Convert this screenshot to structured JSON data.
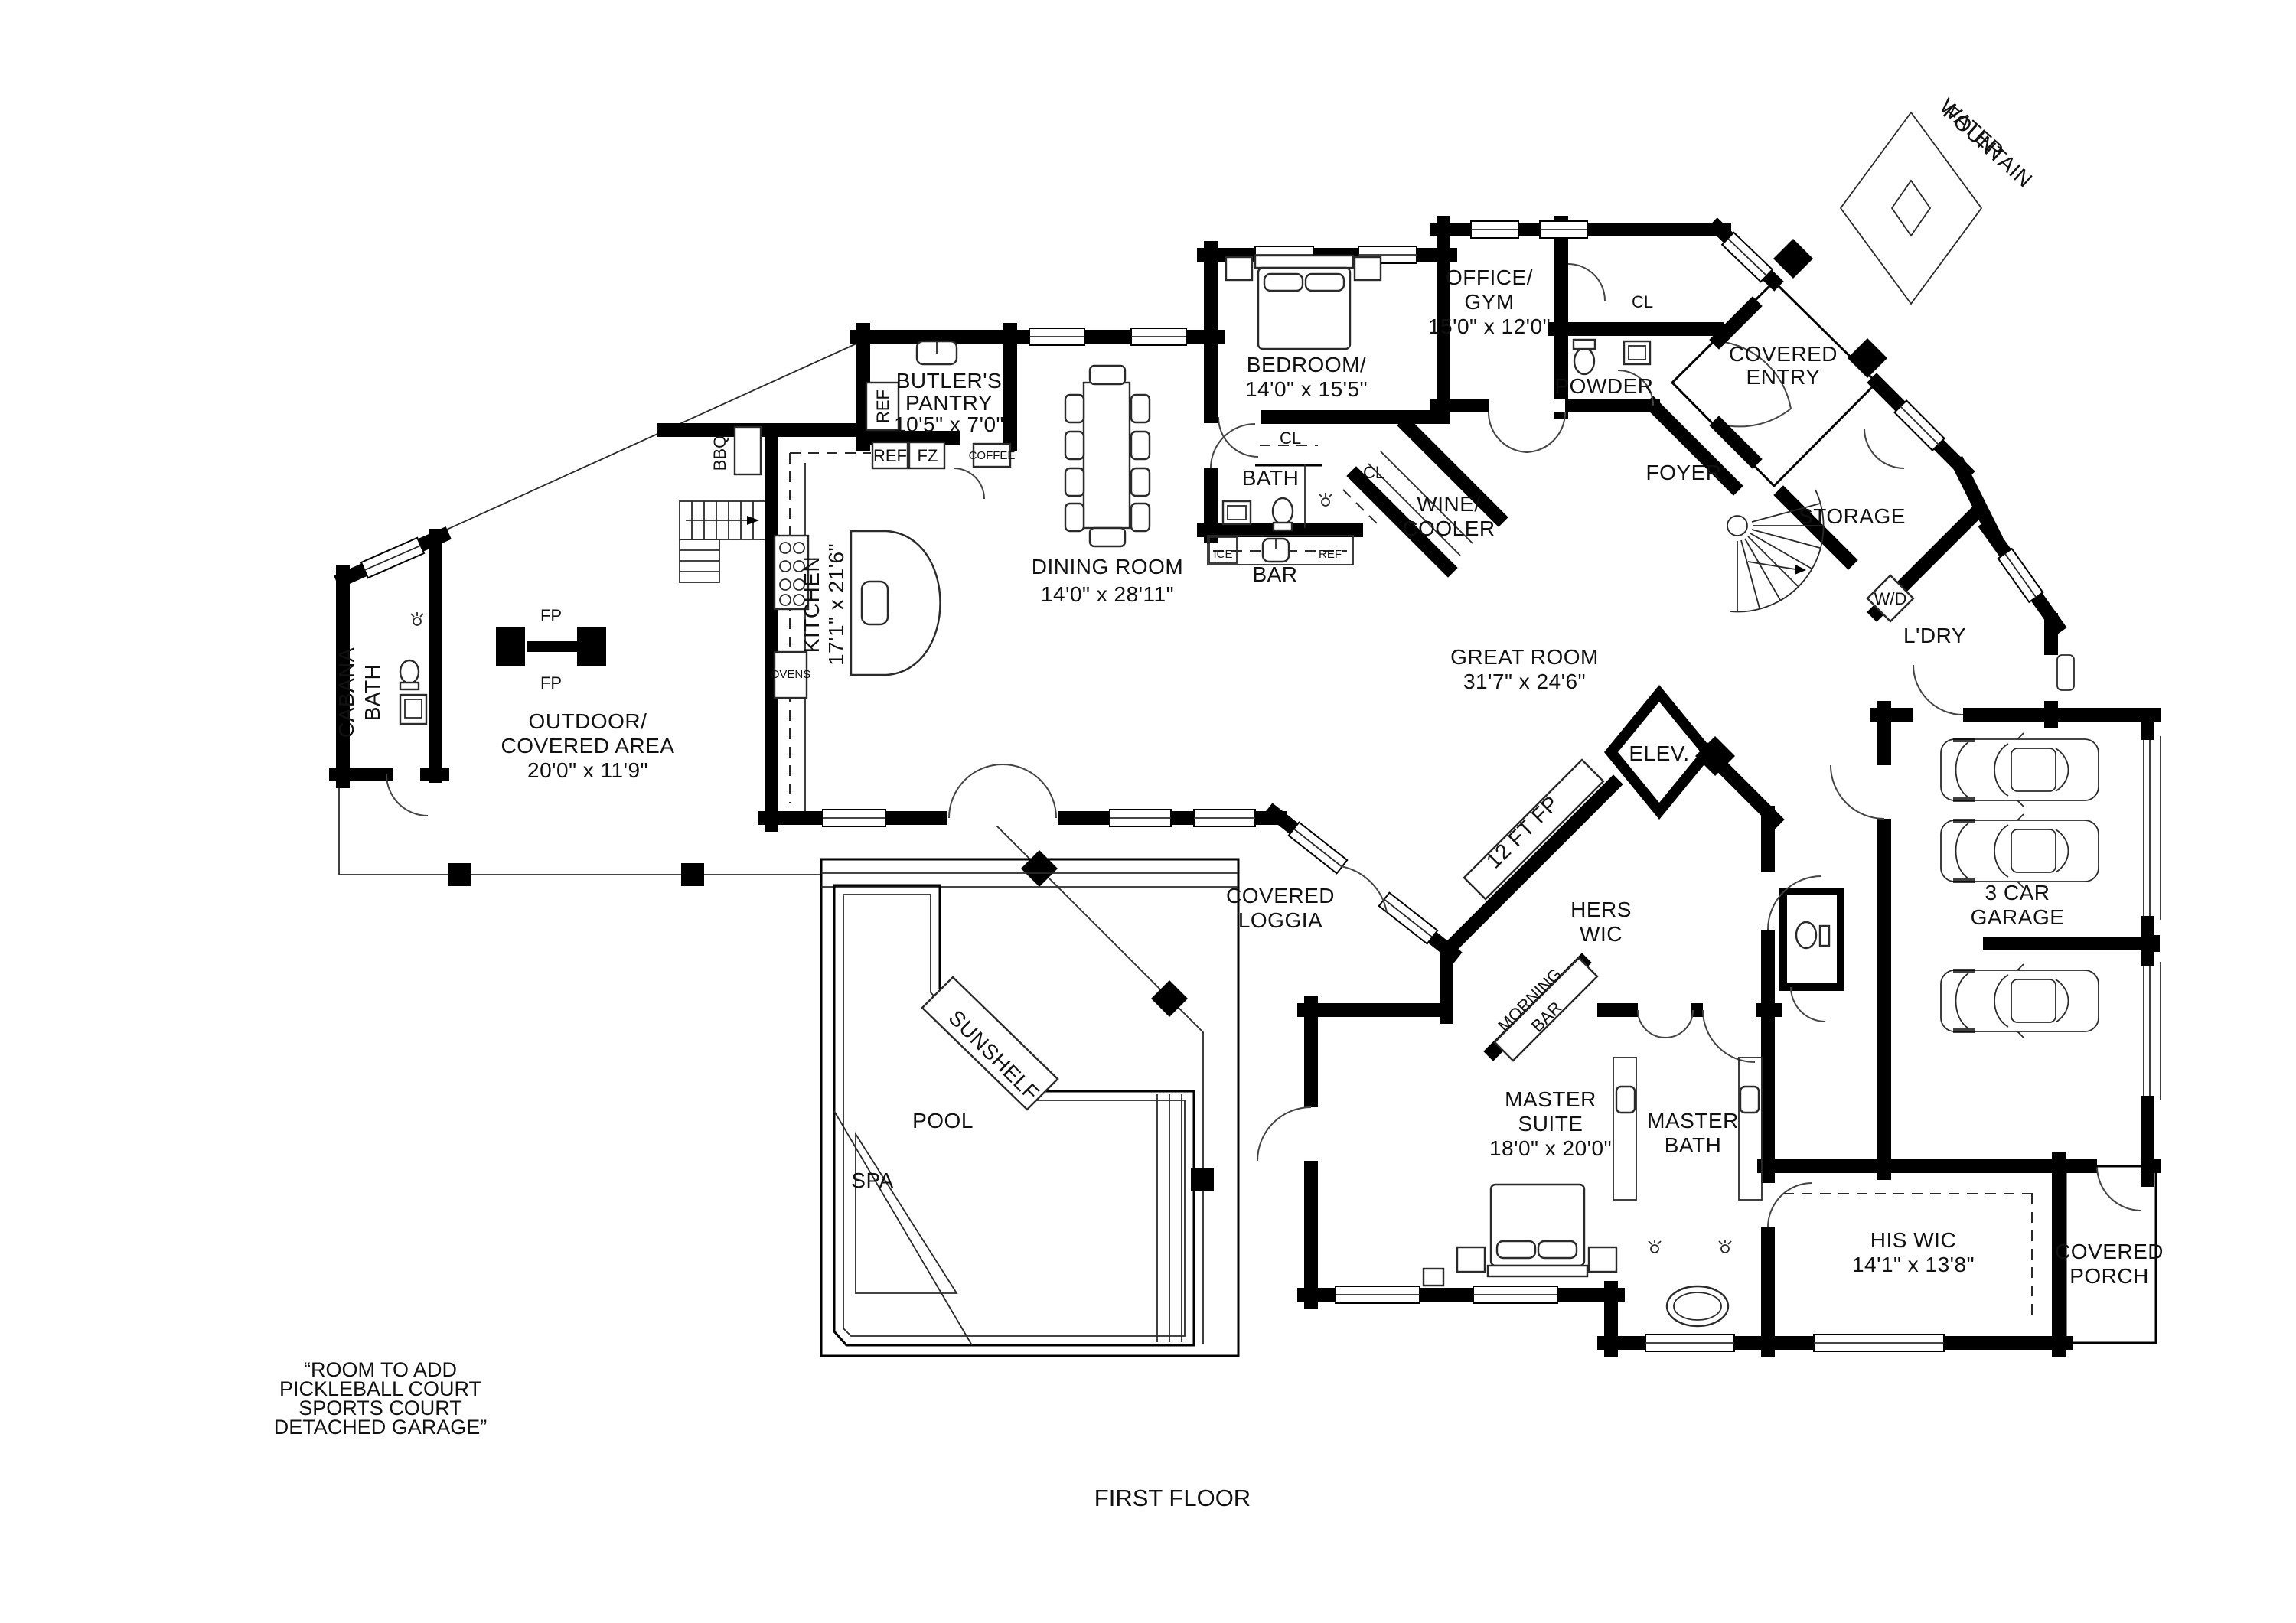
{
  "floor_plan": {
    "title": "FIRST FLOOR",
    "note": {
      "line1": "“ROOM TO ADD",
      "line2": "PICKLEBALL COURT",
      "line3": "SPORTS COURT",
      "line4": "DETACHED GARAGE”"
    },
    "rooms": {
      "office": {
        "name1": "OFFICE/",
        "name2": "GYM",
        "dims": "15'0\" x 12'0\""
      },
      "bedroom": {
        "name1": "BEDROOM/",
        "dims": "14'0\" x 15'5\""
      },
      "bath": {
        "name": "BATH"
      },
      "powder": {
        "name": "POWDER"
      },
      "closet": {
        "name": "CL"
      },
      "wine_cooler": {
        "name1": "WINE/",
        "name2": "COOLER"
      },
      "bar": {
        "name": "BAR"
      },
      "butlers_pantry": {
        "name1": "BUTLER'S",
        "name2": "PANTRY",
        "dims": "10'5\" x 7'0\""
      },
      "kitchen": {
        "name": "KITCHEN",
        "dims": "17'1\" x 21'6\""
      },
      "dining_room": {
        "name": "DINING ROOM",
        "dims": "14'0\" x 28'11\""
      },
      "great_room": {
        "name": "GREAT ROOM",
        "dims": "31'7\" x 24'6\""
      },
      "foyer": {
        "name": "FOYER"
      },
      "covered_entry": {
        "name1": "COVERED",
        "name2": "ENTRY"
      },
      "storage": {
        "name": "STORAGE"
      },
      "laundry": {
        "name": "L'DRY"
      },
      "elevator": {
        "name": "ELEV."
      },
      "hers_wic": {
        "name1": "HERS",
        "name2": "WIC"
      },
      "morning_bar": {
        "name1": "MORNING",
        "name2": "BAR"
      },
      "master_suite": {
        "name1": "MASTER",
        "name2": "SUITE",
        "dims": "18'0\" x 20'0\""
      },
      "master_bath": {
        "name1": "MASTER",
        "name2": "BATH"
      },
      "his_wic": {
        "name": "HIS WIC",
        "dims": "14'1\" x 13'8\""
      },
      "garage": {
        "name1": "3 CAR",
        "name2": "GARAGE"
      },
      "covered_porch": {
        "name1": "COVERED",
        "name2": "PORCH"
      },
      "covered_loggia": {
        "name1": "COVERED",
        "name2": "LOGGIA"
      },
      "cabana_bath": {
        "name1": "CABANA",
        "name2": "BATH"
      },
      "outdoor_area": {
        "name1": "OUTDOOR/",
        "name2": "COVERED AREA",
        "dims": "20'0\" x 11'9\""
      }
    },
    "outdoor": {
      "water_fountain": {
        "name1": "WATER",
        "name2": "FOUNTAIN"
      },
      "pool": "POOL",
      "spa": "SPA",
      "sunshelf": "SUNSHELF",
      "bbq": "BBQ",
      "fireplace": "FP",
      "fp12": "12 FT FP"
    },
    "appliances": {
      "ref": "REF",
      "fz": "FZ",
      "coffee": "COFFEE",
      "ice": "ICE",
      "ovens": "OVENS",
      "wd": "W/D"
    }
  }
}
